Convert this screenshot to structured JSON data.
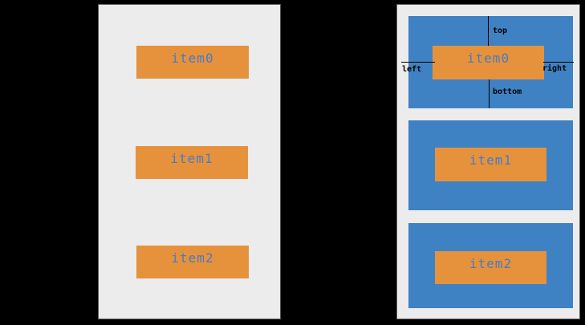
{
  "colors": {
    "canvas_background": "#000000",
    "panel_background": "#ececec",
    "panel_border": "#595959",
    "item_background": "#e6923c",
    "item_text": "#4b7ac2",
    "margin_box_background": "#3f82c4",
    "annotation_line": "#000000",
    "annotation_text": "#000000"
  },
  "left_panel": {
    "items": [
      {
        "label": "item0"
      },
      {
        "label": "item1"
      },
      {
        "label": "item2"
      }
    ]
  },
  "right_panel": {
    "groups": [
      {
        "label": "item0",
        "margin_labels": {
          "top": "top",
          "right": "right",
          "bottom": "bottom",
          "left": "left"
        }
      },
      {
        "label": "item1"
      },
      {
        "label": "item2"
      }
    ]
  }
}
